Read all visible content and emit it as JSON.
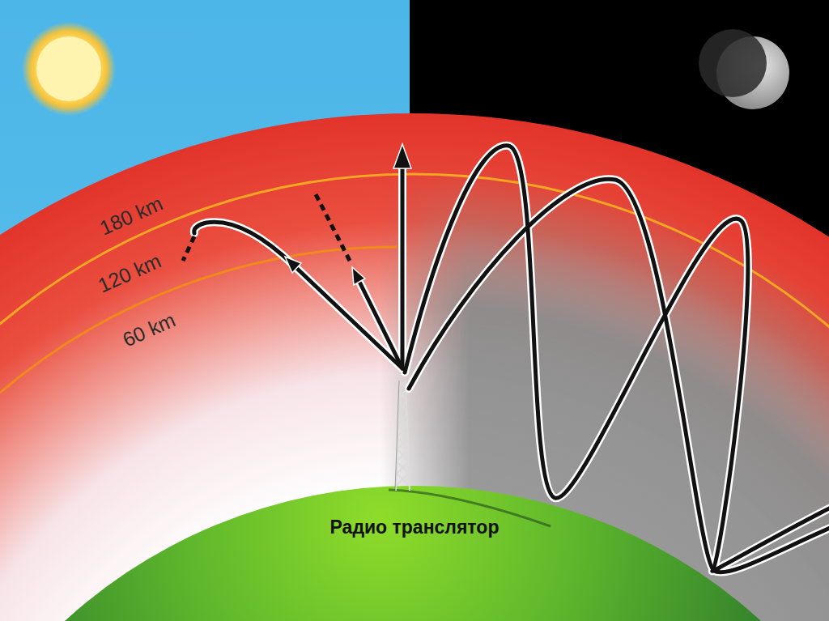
{
  "diagram": {
    "labels": [
      "180 km",
      "120 km",
      "60 km",
      "Радио транслятор"
    ]
  }
}
